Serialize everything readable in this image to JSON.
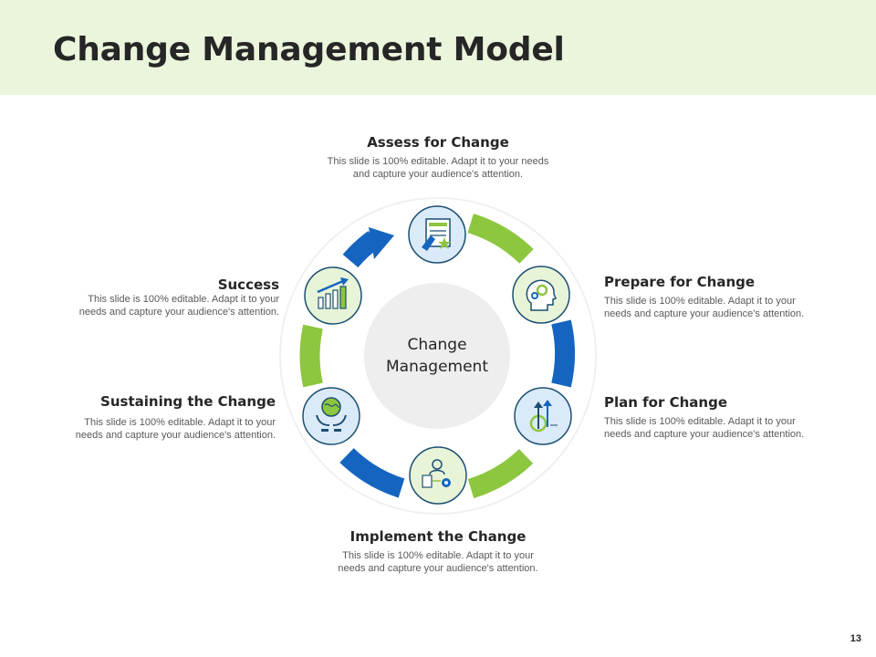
{
  "title": "Change Management Model",
  "center": {
    "line1": "Change",
    "line2": "Management"
  },
  "steps": [
    {
      "label": "Assess  for Change",
      "desc1": "This slide is 100% editable. Adapt it to your needs",
      "desc2": "and capture your audience's attention.",
      "icon": "checklist-hand-icon"
    },
    {
      "label": "Prepare for Change",
      "desc1": "This slide is 100% editable. Adapt it to your",
      "desc2": "needs and capture your audience's attention.",
      "icon": "head-gears-icon"
    },
    {
      "label": "Plan for Change",
      "desc1": "This slide is 100% editable. Adapt it to your",
      "desc2": "needs and capture your audience's attention.",
      "icon": "growth-arrows-icon"
    },
    {
      "label": "Implement the Change",
      "desc1": "This slide is 100% editable. Adapt it to your",
      "desc2": "needs and capture your audience's attention.",
      "icon": "person-gear-icon"
    },
    {
      "label": "Sustaining the Change",
      "desc1": "This slide is 100% editable. Adapt it to your",
      "desc2": "needs and capture your audience's attention.",
      "icon": "globe-hands-icon"
    },
    {
      "label": "Success",
      "desc1": "This slide is 100% editable. Adapt it to your",
      "desc2": "needs and capture your audience's attention.",
      "icon": "bar-chart-arrow-icon"
    }
  ],
  "colors": {
    "green": "#8dc63f",
    "blue": "#1565c0",
    "header_bg": "#eaf5dc",
    "node_blue_fill": "#dbeaf8",
    "node_green_fill": "#e8f4d8"
  },
  "page_number": "13"
}
